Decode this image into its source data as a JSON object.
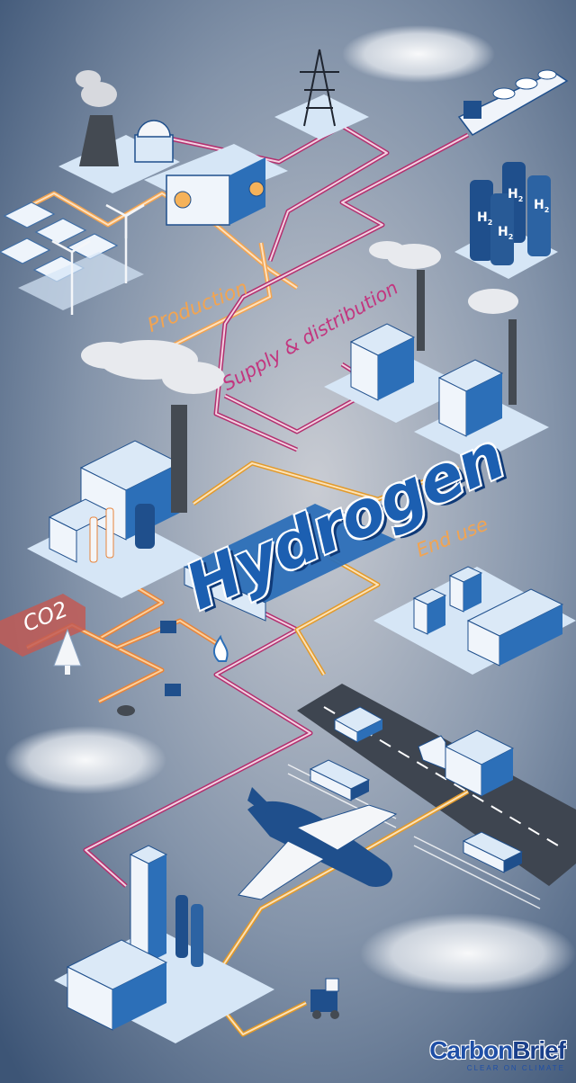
{
  "labels": {
    "production": "Production",
    "supply": "Supply & distribution",
    "end_use": "End use",
    "co2": "CO2",
    "hydrogen": "Hydrogen"
  },
  "tanks": {
    "h2_symbol": "H",
    "h2_subscript": "2"
  },
  "logo": {
    "brand_part1": "Carbon",
    "brand_part2": "Brief",
    "tagline": "CLEAR ON CLIMATE"
  },
  "colors": {
    "background": "#5b6f8a",
    "production_pipe": "#f2a451",
    "supply_pipe": "#b3306f",
    "end_use_pipe": "#e39a2a",
    "building": "#dbe9f7",
    "building_dark": "#1f4f8c",
    "hydrogen_text": "#1c5fb1",
    "co2_arrow": "#c25b55"
  },
  "icons": [
    "cooling-tower-icon",
    "nuclear-dome-icon",
    "solar-panel-icon",
    "wind-turbine-icon",
    "pylon-icon",
    "ship-icon",
    "hydrogen-tank-icon",
    "factory-icon",
    "tree-icon",
    "flame-icon",
    "car-icon",
    "truck-icon",
    "train-icon",
    "airplane-icon",
    "forklift-icon"
  ]
}
